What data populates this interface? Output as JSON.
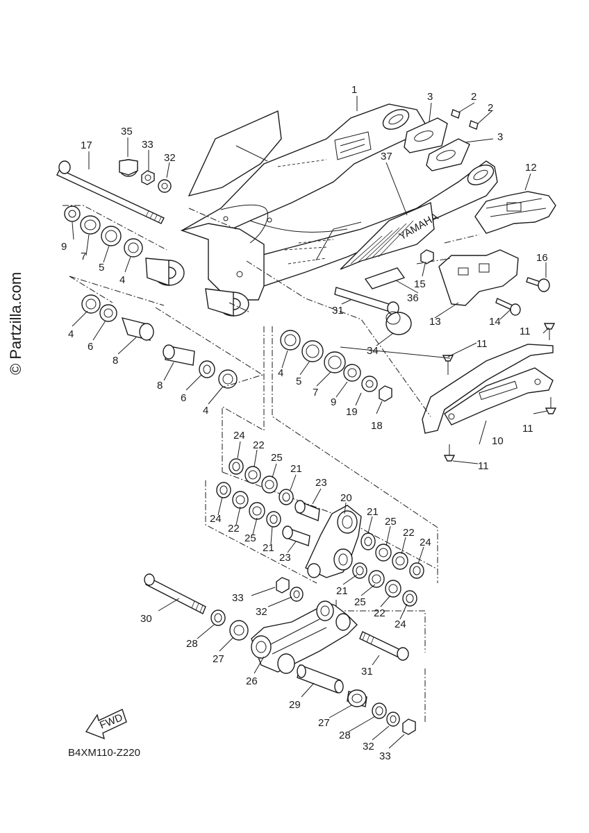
{
  "watermark": "© Partzilla.com",
  "drawing_code": "B4XM110-Z220",
  "swingarm_brand": "YAMAHA",
  "fwd_label": "FWD",
  "labels": {
    "l1": "1",
    "l2a": "2",
    "l2b": "2",
    "l3a": "3",
    "l3b": "3",
    "l4a": "4",
    "l4b": "4",
    "l4c": "4",
    "l4d": "4",
    "l5a": "5",
    "l5b": "5",
    "l6a": "6",
    "l6b": "6",
    "l7a": "7",
    "l7b": "7",
    "l8a": "8",
    "l8b": "8",
    "l9a": "9",
    "l9b": "9",
    "l10": "10",
    "l11a": "11",
    "l11b": "11",
    "l11c": "11",
    "l11d": "11",
    "l12": "12",
    "l13": "13",
    "l14": "14",
    "l15": "15",
    "l16": "16",
    "l17": "17",
    "l18": "18",
    "l19": "19",
    "l20": "20",
    "l21a": "21",
    "l21b": "21",
    "l21c": "21",
    "l21d": "21",
    "l22a": "22",
    "l22b": "22",
    "l22c": "22",
    "l22d": "22",
    "l23a": "23",
    "l23b": "23",
    "l24a": "24",
    "l24b": "24",
    "l24c": "24",
    "l24d": "24",
    "l25a": "25",
    "l25b": "25",
    "l25c": "25",
    "l25d": "25",
    "l26": "26",
    "l27a": "27",
    "l27b": "27",
    "l28a": "28",
    "l28b": "28",
    "l29": "29",
    "l30": "30",
    "l31a": "31",
    "l31b": "31",
    "l32a": "32",
    "l32b": "32",
    "l32c": "32",
    "l33a": "33",
    "l33b": "33",
    "l33c": "33",
    "l34": "34",
    "l35": "35",
    "l36": "36",
    "l37": "37"
  }
}
